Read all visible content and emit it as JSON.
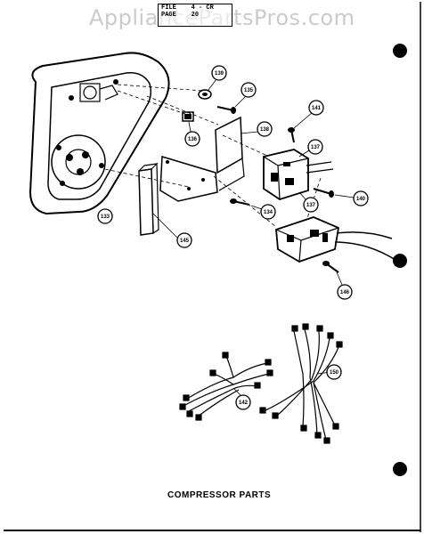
{
  "watermark": "AppliancePartsPros.com",
  "file_box": {
    "file_label": "FILE",
    "file_value": "4 - CR",
    "page_label": "PAGE",
    "page_value": "20"
  },
  "caption": "COMPRESSOR PARTS",
  "callouts": {
    "c133": "133",
    "c134": "134",
    "c135": "135",
    "c136": "136",
    "c137a": "137",
    "c137b": "137",
    "c138": "138",
    "c139": "139",
    "c140": "140",
    "c141": "141",
    "c142": "142",
    "c145": "145",
    "c146": "146",
    "c150": "150"
  },
  "colors": {
    "ink": "#000000",
    "paper": "#ffffff",
    "watermark": "#a0a0a0"
  }
}
